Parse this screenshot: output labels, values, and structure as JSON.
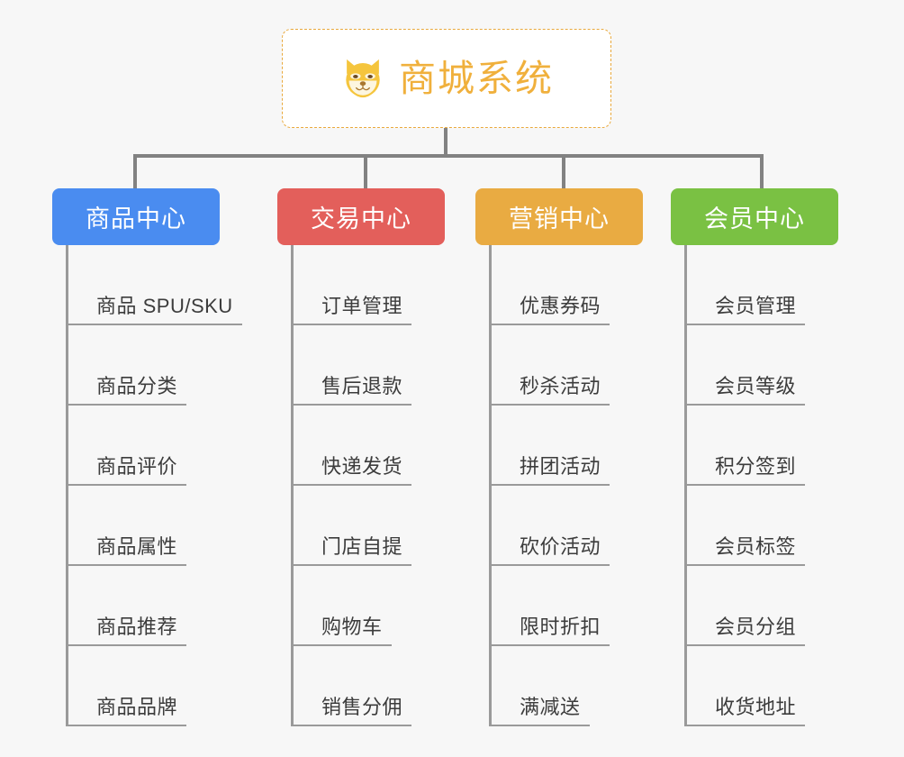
{
  "page": {
    "background_color": "#f7f7f7",
    "type": "mind-map"
  },
  "root": {
    "title": "商城系统",
    "icon": "shiba-dog-face-icon",
    "border_color": "#e9a93c",
    "text_color": "#f0b03c",
    "background_color": "#ffffff"
  },
  "connector_color": "#828282",
  "branches": [
    {
      "label": "商品中心",
      "color": "#4a8cf0",
      "items": [
        "商品 SPU/SKU",
        "商品分类",
        "商品评价",
        "商品属性",
        "商品推荐",
        "商品品牌"
      ]
    },
    {
      "label": "交易中心",
      "color": "#e35f5b",
      "items": [
        "订单管理",
        "售后退款",
        "快递发货",
        "门店自提",
        "购物车",
        "销售分佣"
      ]
    },
    {
      "label": "营销中心",
      "color": "#e9ab42",
      "items": [
        "优惠券码",
        "秒杀活动",
        "拼团活动",
        "砍价活动",
        "限时折扣",
        "满减送"
      ]
    },
    {
      "label": "会员中心",
      "color": "#7ac143",
      "items": [
        "会员管理",
        "会员等级",
        "积分签到",
        "会员标签",
        "会员分组",
        "收货地址"
      ]
    }
  ]
}
